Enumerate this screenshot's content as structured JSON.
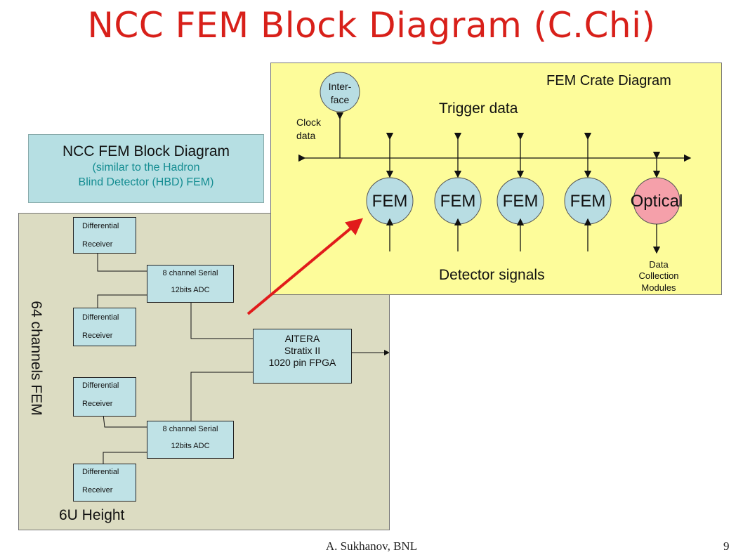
{
  "title": "NCC FEM Block Diagram (C.Chi)",
  "callout": {
    "heading": "NCC FEM Block Diagram",
    "sub_line1": "(similar to the Hadron",
    "sub_line2": "Blind Detector (HBD) FEM)"
  },
  "board": {
    "receivers": [
      {
        "line1": "Differential",
        "line2": "Receiver"
      },
      {
        "line1": "Differential",
        "line2": "Receiver"
      },
      {
        "line1": "Differential",
        "line2": "Receiver"
      },
      {
        "line1": "Differential",
        "line2": "Receiver"
      }
    ],
    "adcs": [
      {
        "line1": "8 channel Serial",
        "line2": "12bits ADC"
      },
      {
        "line1": "8 channel Serial",
        "line2": "12bits ADC"
      }
    ],
    "fpga": {
      "line1": "AlTERA",
      "line2": "Stratix II",
      "line3": "1020 pin FPGA"
    },
    "vertical_label": "64 channels FEM",
    "height_label": "6U Height"
  },
  "crate": {
    "title": "FEM Crate Diagram",
    "interface_line1": "Inter-",
    "interface_line2": "face",
    "clock_line1": "Clock",
    "clock_line2": "data",
    "trigger_label": "Trigger data",
    "modules": [
      "FEM",
      "FEM",
      "FEM",
      "FEM",
      "Optical"
    ],
    "detector_label": "Detector signals",
    "dcm_line1": "Data",
    "dcm_line2": "Collection",
    "dcm_line3": "Modules"
  },
  "colors": {
    "title": "#d8201a",
    "module": "#b8dde3",
    "optical": "#f5a0aa",
    "crate_bg": "#fdfc9a",
    "board_bg": "#dcdcc2",
    "arrow": "#e11b1b"
  },
  "footer": {
    "author": "A. Sukhanov, BNL",
    "page": "9"
  }
}
